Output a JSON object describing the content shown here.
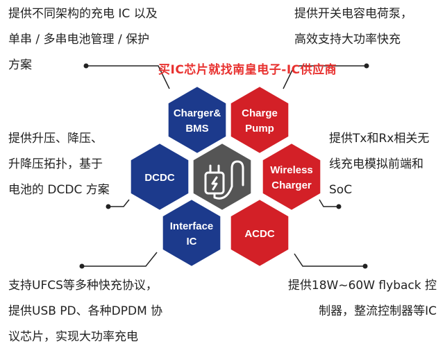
{
  "watermark": "买IC芯片就找南皇电子-IC供应商",
  "hexagons": [
    {
      "key": "charger-bms",
      "lines": [
        "Charger&",
        "BMS"
      ],
      "color": "#1c3a8c"
    },
    {
      "key": "charge-pump",
      "lines": [
        "Charge",
        "Pump"
      ],
      "color": "#d32027"
    },
    {
      "key": "dcdc",
      "lines": [
        "DCDC"
      ],
      "color": "#1c3a8c"
    },
    {
      "key": "center",
      "lines": [],
      "color": "#555555",
      "icon": "power-plug-icon"
    },
    {
      "key": "wireless-charger",
      "lines": [
        "Wireless",
        "Charger"
      ],
      "color": "#d32027"
    },
    {
      "key": "interface-ic",
      "lines": [
        "Interface",
        "IC"
      ],
      "color": "#1c3a8c"
    },
    {
      "key": "acdc",
      "lines": [
        "ACDC"
      ],
      "color": "#d32027"
    }
  ],
  "descriptions": {
    "top_left": [
      "提供不同架构的充电 IC 以及",
      "单串 / 多串电池管理 / 保护",
      "方案"
    ],
    "top_right": [
      "提供开关电容电荷泵，",
      "高效支持大功率快充"
    ],
    "mid_left": [
      "提供升压、降压、",
      "升降压拓扑，基于",
      "电池的 DCDC 方案"
    ],
    "mid_right": [
      "提供Tx和Rx相关无",
      "线充电模拟前端和",
      "SoC"
    ],
    "bottom_left": [
      "支持UFCS等多种快充协议，",
      "提供USB PD、各种DPDM 协",
      "议芯片，实现大功率充电"
    ],
    "bottom_right": [
      "提供18W~60W flyback 控",
      "制器，整流控制器等IC"
    ]
  }
}
